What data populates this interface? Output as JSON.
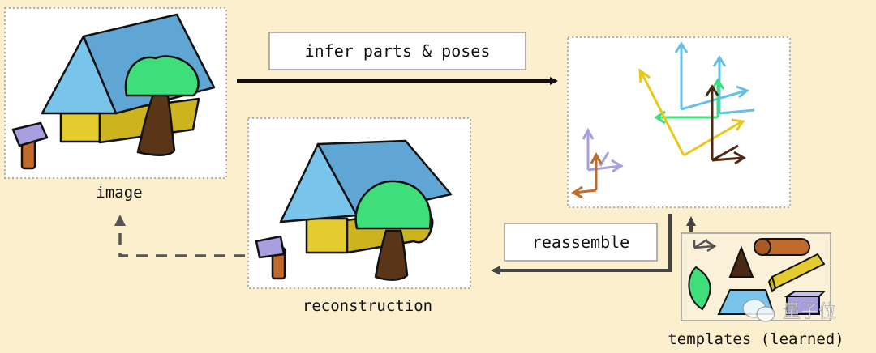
{
  "labels": {
    "image": "image",
    "reconstruction": "reconstruction",
    "templates": "templates (learned)"
  },
  "buttons": {
    "infer": "infer parts & poses",
    "reassemble": "reassemble"
  },
  "watermark": {
    "text": "量子位"
  },
  "colors": {
    "background": "#fcefcd",
    "roof": "#5fa6d4",
    "roof_light": "#79c4ea",
    "wall": "#e5cc2e",
    "tree_crown": "#3ede7a",
    "tree_trunk": "#5a3518",
    "hammer_head": "#a89fe0",
    "hammer_handle": "#c06a2c",
    "pose_yellow": "#e8c81c",
    "pose_green": "#3ede7a",
    "pose_blue": "#66c0e6",
    "pose_brown": "#4a2a14",
    "pose_purple": "#a89fe0",
    "pose_orange": "#c06a2c"
  }
}
